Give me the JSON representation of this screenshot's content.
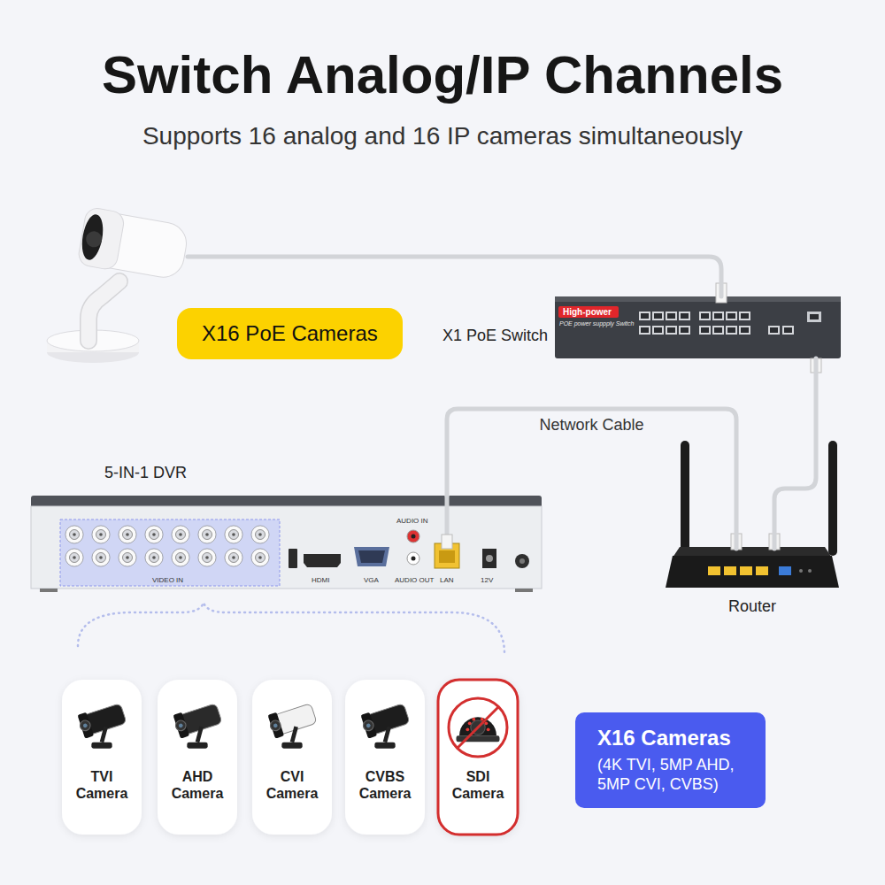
{
  "diagram": {
    "title": "Switch Analog/IP Channels",
    "nodes": [
      {
        "text": [
          "X16 PoE Cameras"
        ]
      },
      {
        "text": [
          "X1 PoE Switch",
          "High-power",
          "POE power suppply Switch"
        ]
      },
      {
        "text": [
          "5-IN-1 DVR",
          "AUDIO IN",
          "VIDEO IN",
          "HDMI",
          "VGA",
          "AUDIO OUT",
          "LAN",
          "12V"
        ]
      },
      {
        "text": [
          "Router"
        ]
      },
      {
        "text": [
          "TVI Camera"
        ]
      },
      {
        "text": [
          "AHD Camera"
        ]
      },
      {
        "text": [
          "CVI Camera"
        ]
      },
      {
        "text": [
          "CVBS Camera"
        ]
      },
      {
        "text": [
          "SDI Camera"
        ]
      },
      {
        "text": [
          "X16 Cameras",
          "(4K TVI, 5MP AHD, 5MP CVI, CVBS)"
        ]
      }
    ],
    "edges": [
      {
        "from": 0,
        "to": 1,
        "arrow": "none"
      },
      {
        "from": 1,
        "to": 3,
        "arrow": "none"
      },
      {
        "from": 2,
        "to": 3,
        "label": "Network Cable",
        "arrow": "none"
      }
    ],
    "labels": [
      "Supports 16 analog and 16 IP cameras simultaneously"
    ]
  }
}
